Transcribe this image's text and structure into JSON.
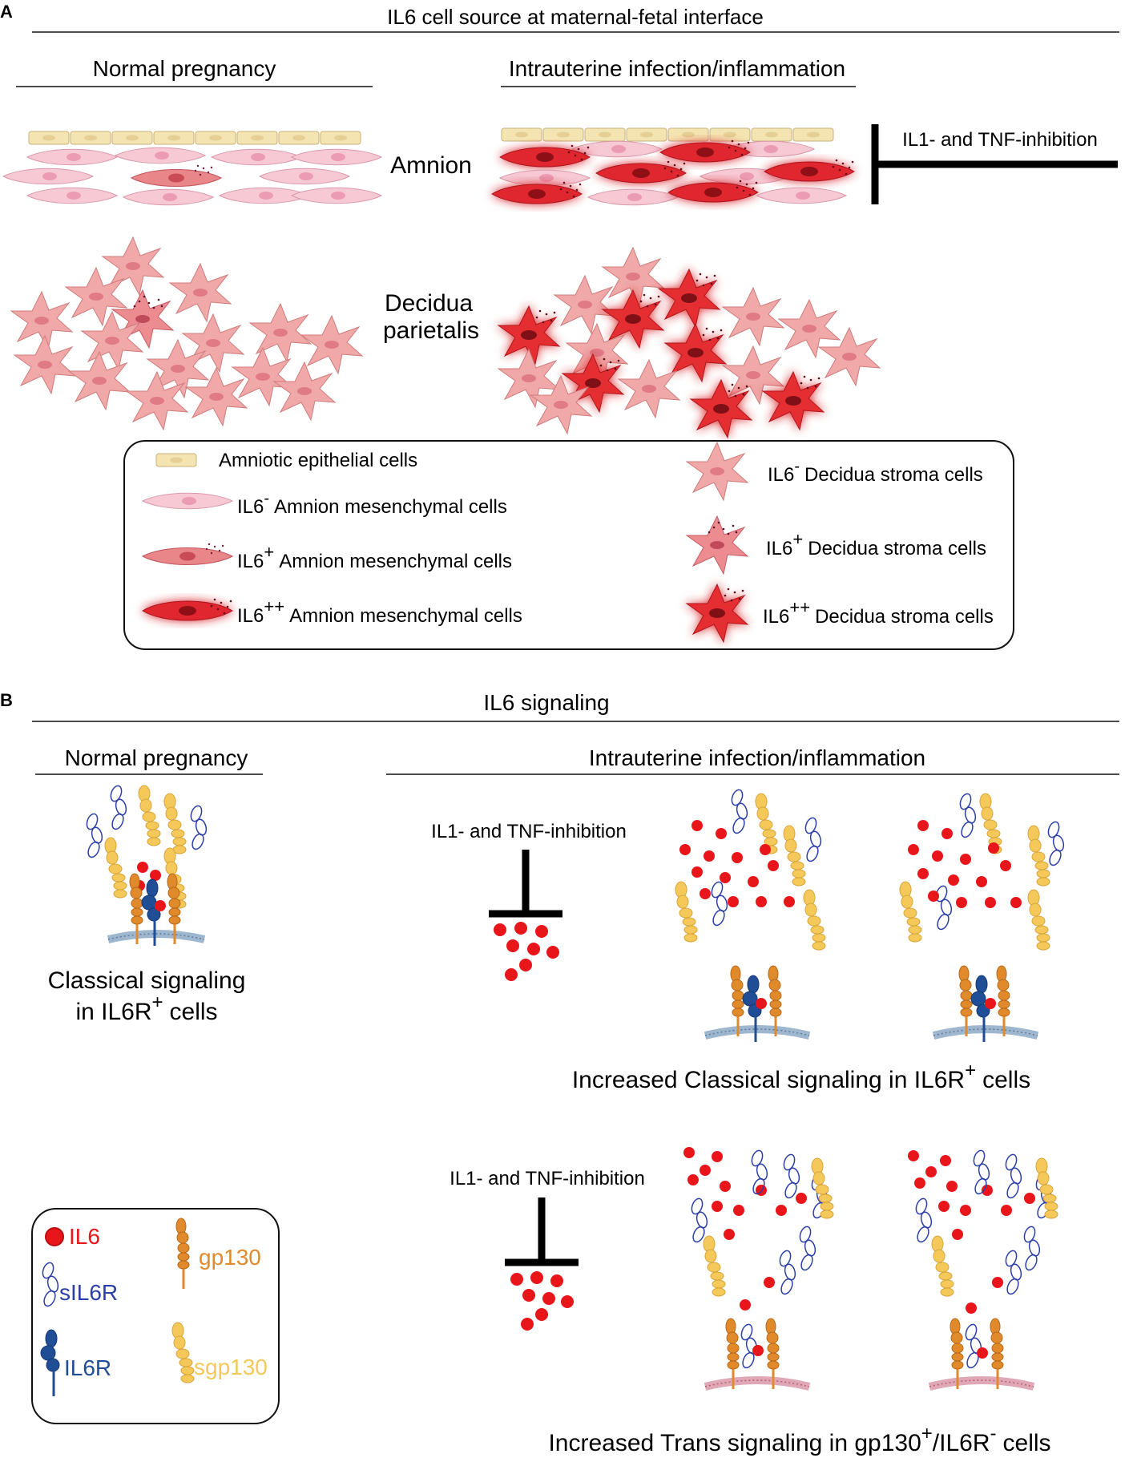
{
  "panel_a": {
    "letter": "A",
    "title": "IL6 cell source at maternal-fetal interface",
    "normal_heading": "Normal pregnancy",
    "infection_heading": "Intrauterine infection/inflammation",
    "amnion_label": "Amnion",
    "decidua_label_line1": "Decidua",
    "decidua_label_line2": "parietalis",
    "inhibition_label": "IL1- and TNF-inhibition",
    "legend": {
      "epithelial": "Amniotic epithelial cells",
      "mes_neg_prefix": "IL6",
      "mes_neg_sup": "-",
      "mes_neg_rest": "Amnion mesenchymal cells",
      "mes_pos_prefix": "IL6",
      "mes_pos_sup": "+",
      "mes_pos_rest": "Amnion mesenchymal cells",
      "mes_pp_prefix": "IL6",
      "mes_pp_sup": "++",
      "mes_pp_rest": "Amnion mesenchymal cells",
      "dec_neg_prefix": "IL6",
      "dec_neg_sup": "-",
      "dec_neg_rest": "Decidua stroma cells",
      "dec_pos_prefix": "IL6",
      "dec_pos_sup": "+",
      "dec_pos_rest": "Decidua stroma cells",
      "dec_pp_prefix": "IL6",
      "dec_pp_sup": "++",
      "dec_pp_rest": "Decidua stroma cells"
    }
  },
  "panel_b": {
    "letter": "B",
    "title": "IL6 signaling",
    "normal_heading": "Normal pregnancy",
    "infection_heading": "Intrauterine infection/inflammation",
    "classical_line1": "Classical signaling",
    "classical_line2_prefix": "in IL6R",
    "classical_line2_sup": "+",
    "classical_line2_rest": "cells",
    "inhibition_label_1": "IL1- and TNF-inhibition",
    "inhibition_label_2": "IL1- and TNF-inhibition",
    "increased_classical_prefix": "Increased Classical signaling in IL6R",
    "increased_classical_sup": "+",
    "increased_classical_rest": "cells",
    "increased_trans_prefix": "Increased Trans signaling in gp130",
    "increased_trans_sup1": "+",
    "increased_trans_mid": "/IL6R",
    "increased_trans_sup2": "-",
    "increased_trans_rest": "cells",
    "legend": {
      "il6": "IL6",
      "sil6r": "sIL6R",
      "il6r": "IL6R",
      "gp130": "gp130",
      "sgp130": "sgp130"
    }
  },
  "colors": {
    "il6_red": "#e8161a",
    "il6r_blue": "#1f4e96",
    "sil6r_blue": "#2c3fa8",
    "gp130_orange": "#e08a2c",
    "sgp130_yellow": "#f5c85a",
    "epithelial": "#f4e4b2",
    "mes_neg": "#f6c9d4",
    "mes_pos": "#e9868a",
    "mes_pp": "#e0262e",
    "dec_neg": "#f0a8a8",
    "dec_pp": "#e52d33"
  }
}
